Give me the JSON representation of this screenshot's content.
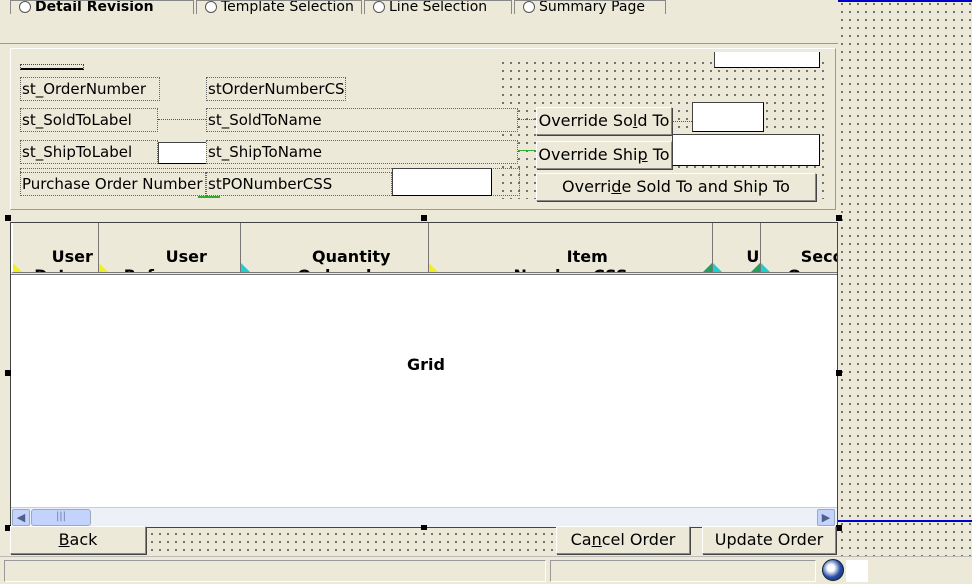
{
  "tabs": [
    "Detail Revision",
    "Template Selection",
    "Line Selection",
    "Summary Page"
  ],
  "labels": {
    "order_number": "st_OrderNumber",
    "order_number_css": "stOrderNumberCS",
    "sold_to_label": "st_SoldToLabel",
    "sold_to_name": "st_SoldToName",
    "ship_to_label": "st_ShipToLabel",
    "ship_to_name": "st_ShipToName",
    "po_number": "Purchase Order Number",
    "po_number_css": "stPONumberCSS"
  },
  "buttons": {
    "override_sold_to": {
      "pre": "Override So",
      "accel": "l",
      "post": "d To"
    },
    "override_ship_to": {
      "pre": "Override Shi",
      "accel": "p",
      "post": " To"
    },
    "override_both": {
      "pre": "Overri",
      "accel": "d",
      "post": "e Sold To and Ship To"
    },
    "back": {
      "pre": "",
      "accel": "B",
      "post": "ack"
    },
    "cancel_order": {
      "pre": "Ca",
      "accel": "n",
      "post": "cel Order"
    },
    "update_order": {
      "pre": "Update Order",
      "accel": "",
      "post": ""
    }
  },
  "grid": {
    "label": "Grid",
    "columns": [
      {
        "label": "User\nDate",
        "tri": "#f0f020"
      },
      {
        "label": "User\nReference",
        "tri": "#f0f020"
      },
      {
        "label": "Quantity\nOrdered",
        "tri": "#20d0d0"
      },
      {
        "label": "Item\nNumber_CSS",
        "tri": "#f0f020"
      },
      {
        "label": "UoM",
        "tri": "#20d0d0"
      },
      {
        "label": "Seco\nQua",
        "tri": "#20d0d0"
      }
    ]
  },
  "colors": {
    "form_bg": "#ECE9D8",
    "selection_line": "#0000cc",
    "scroll_button": "#c3d3fd"
  }
}
